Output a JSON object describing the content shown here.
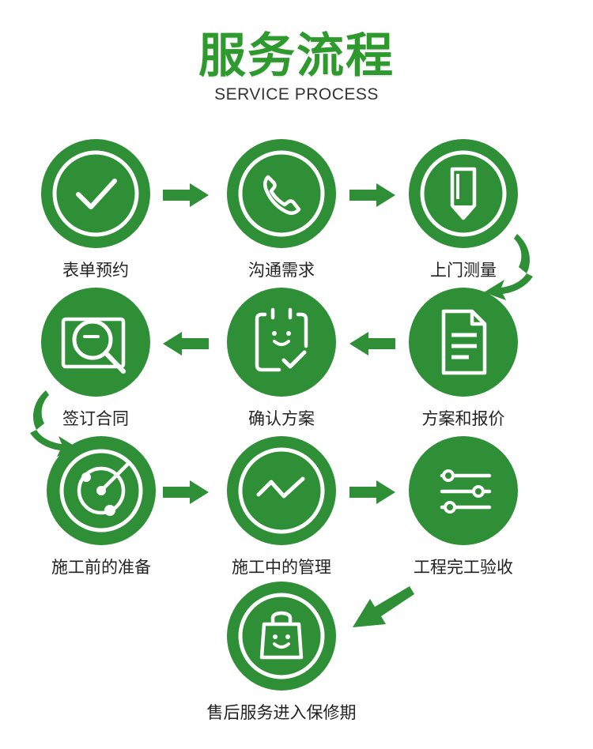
{
  "header": {
    "title": "服务流程",
    "subtitle": "SERVICE PROCESS"
  },
  "colors": {
    "accent": "#2e8f36",
    "title": "#2e9a2e"
  },
  "steps": [
    {
      "label": "表单预约",
      "icon": "checkmark-icon"
    },
    {
      "label": "沟通需求",
      "icon": "phone-icon"
    },
    {
      "label": "上门测量",
      "icon": "pencil-icon"
    },
    {
      "label": "签订合同",
      "icon": "magnifier-icon"
    },
    {
      "label": "确认方案",
      "icon": "clipboard-smile-icon"
    },
    {
      "label": "方案和报价",
      "icon": "document-icon"
    },
    {
      "label": "施工前的准备",
      "icon": "radar-icon"
    },
    {
      "label": "施工中的管理",
      "icon": "zigzag-chart-icon"
    },
    {
      "label": "工程完工验收",
      "icon": "sliders-icon"
    },
    {
      "label": "售后服务进入保修期",
      "icon": "shopping-bag-icon"
    }
  ]
}
